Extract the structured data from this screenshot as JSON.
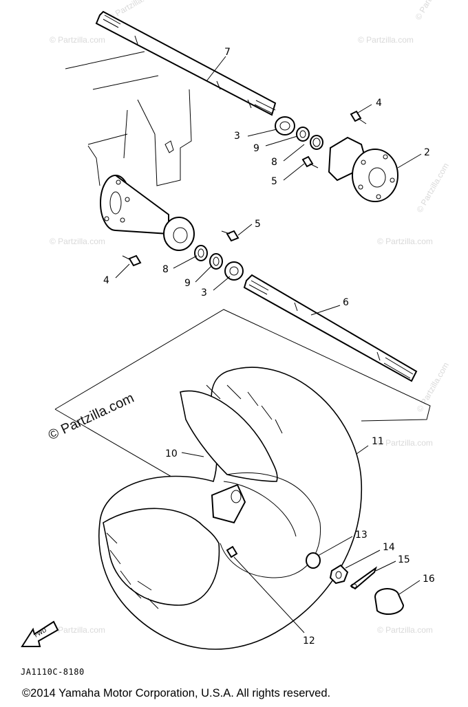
{
  "watermark": {
    "small": "© Partzilla.com",
    "large": "© Partzilla.com"
  },
  "callouts": [
    "7",
    "4",
    "3",
    "9",
    "2",
    "8",
    "5",
    "5",
    "8",
    "4",
    "9",
    "3",
    "6",
    "11",
    "10",
    "13",
    "14",
    "15",
    "16",
    "12"
  ],
  "drawing_code": "JA1110C-8180",
  "copyright": "©2014  Yamaha Motor Corporation, U.S.A. All rights reserved.",
  "icons": {
    "fwd_arrow": "fwd-arrow-icon"
  }
}
